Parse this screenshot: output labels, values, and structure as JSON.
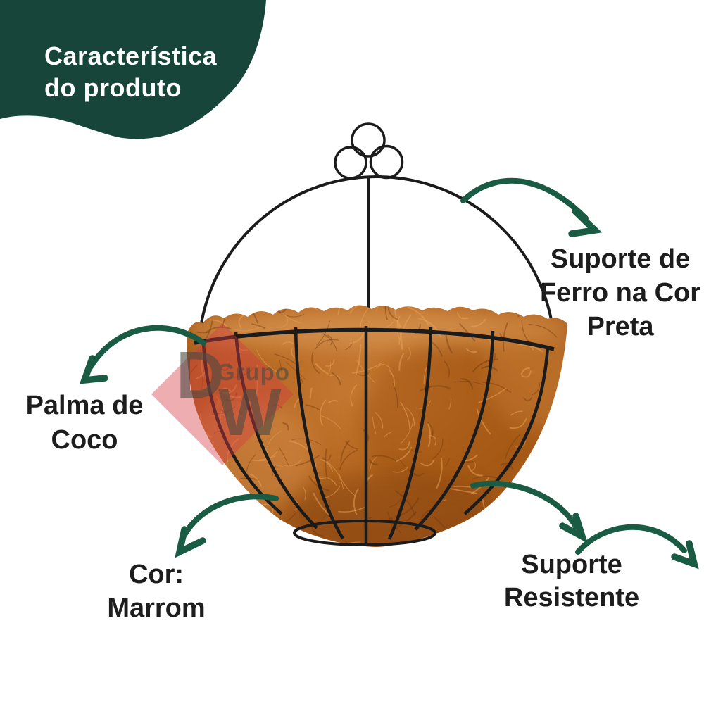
{
  "badge": {
    "line1": "Característica",
    "line2": "do produto"
  },
  "annotations": {
    "suporte_ferro": {
      "line1": "Suporte de",
      "line2": "Ferro na Cor",
      "line3": "Preta"
    },
    "palma_coco": {
      "line1": "Palma de",
      "line2": "Coco"
    },
    "cor_marrom": {
      "line1": "Cor:",
      "line2": "Marrom"
    },
    "suporte_resistente": {
      "line1": "Suporte",
      "line2": "Resistente"
    }
  },
  "watermark": {
    "letter_d": "D",
    "brand": "Grupo",
    "letter_w": "W"
  },
  "colors": {
    "badge_bg": "#17453a",
    "badge_text": "#ffffff",
    "label_text": "#1d1d1d",
    "arrow": "#1a5b43",
    "wire": "#1b1b1b",
    "watermark_red": "#d33c46",
    "watermark_gray": "#4c4a42",
    "coco_light": "#d18a4a",
    "coco_mid": "#b4661f",
    "coco_dark": "#8a4a14"
  }
}
